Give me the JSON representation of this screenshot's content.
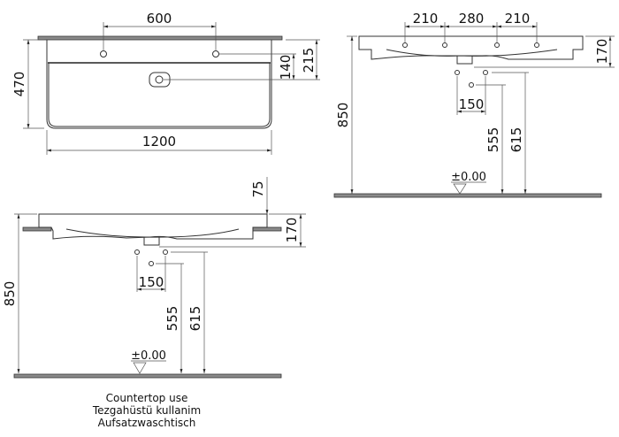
{
  "drawing": {
    "top_view": {
      "dimensions": {
        "tap_hole_spacing": "600",
        "depth": "470",
        "width": "1200",
        "drain_from_back": "140",
        "tap_from_back": "215"
      }
    },
    "wall_hung_view": {
      "dimensions": {
        "hole_spacing_1": "210",
        "hole_spacing_2": "280",
        "hole_spacing_3": "210",
        "height": "170",
        "mount_height": "850",
        "waste_spacing": "150",
        "waste_height_1": "555",
        "waste_height_2": "615"
      },
      "floor_level": "±0.00"
    },
    "countertop_view": {
      "dimensions": {
        "above_counter": "75",
        "height": "170",
        "mount_height": "850",
        "waste_spacing": "150",
        "waste_height_1": "555",
        "waste_height_2": "615"
      },
      "floor_level": "±0.00"
    },
    "notes": {
      "line_1": "Countertop use",
      "line_2": "Tezgahüstü kullanim",
      "line_3": "Aufsatzwaschtisch"
    }
  },
  "colors": {
    "line": "#333333",
    "hatch": "#8a8a8a",
    "background": "#ffffff"
  }
}
